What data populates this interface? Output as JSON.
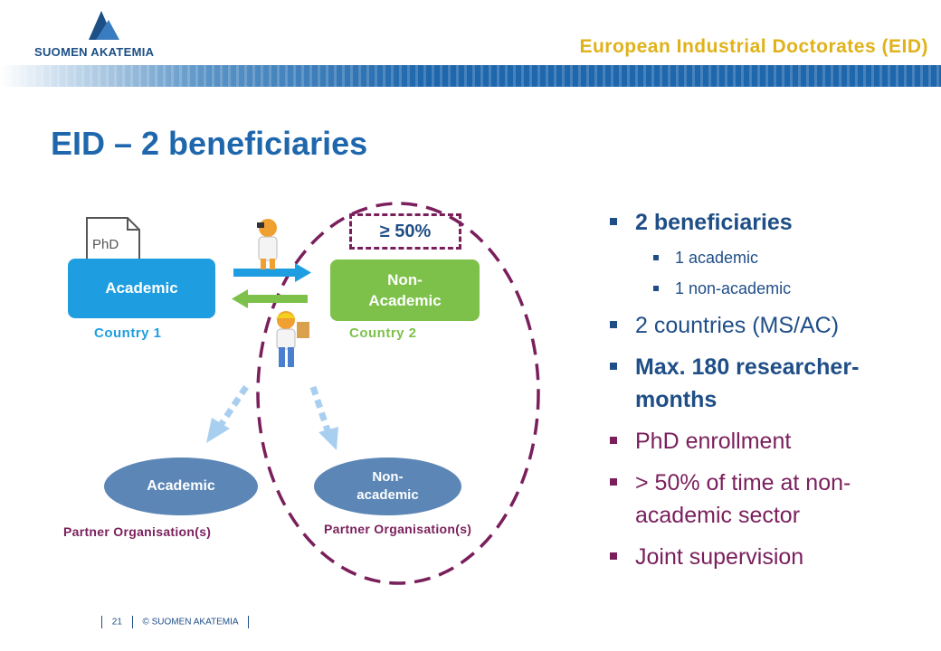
{
  "header": {
    "logo_text": "SUOMEN AKATEMIA",
    "title": "European Industrial Doctorates (EID)"
  },
  "page": {
    "title": "EID – 2 beneficiaries"
  },
  "diagram": {
    "phd_label": "PhD",
    "academic_box": "Academic",
    "nonacademic_box_line1": "Non-",
    "nonacademic_box_line2": "Academic",
    "country_1": "Country 1",
    "country_2": "Country 2",
    "percent_badge": "≥ 50%",
    "po_academic": "Academic",
    "po_nonacademic_line1": "Non-",
    "po_nonacademic_line2": "academic",
    "po_label_1": "Partner Organisation(s)",
    "po_label_2": "Partner Organisation(s)",
    "colors": {
      "academic": "#1e9ee0",
      "nonacademic": "#7dc14a",
      "dashed": "#7a1f5c",
      "partner": "#5b86b6"
    }
  },
  "bullets": {
    "b1": "2 beneficiaries",
    "b1_sub1": "1 academic",
    "b1_sub2": "1 non-academic",
    "b2": "2 countries (MS/AC)",
    "b3_line1": "Max. 180 researcher-",
    "b3_line2": "months",
    "b4": "PhD enrollment",
    "b5_line1": "> 50% of time at non-",
    "b5_line2": "academic  sector",
    "b6": "Joint supervision"
  },
  "footer": {
    "page_number": "21",
    "copyright": "© SUOMEN AKATEMIA"
  }
}
